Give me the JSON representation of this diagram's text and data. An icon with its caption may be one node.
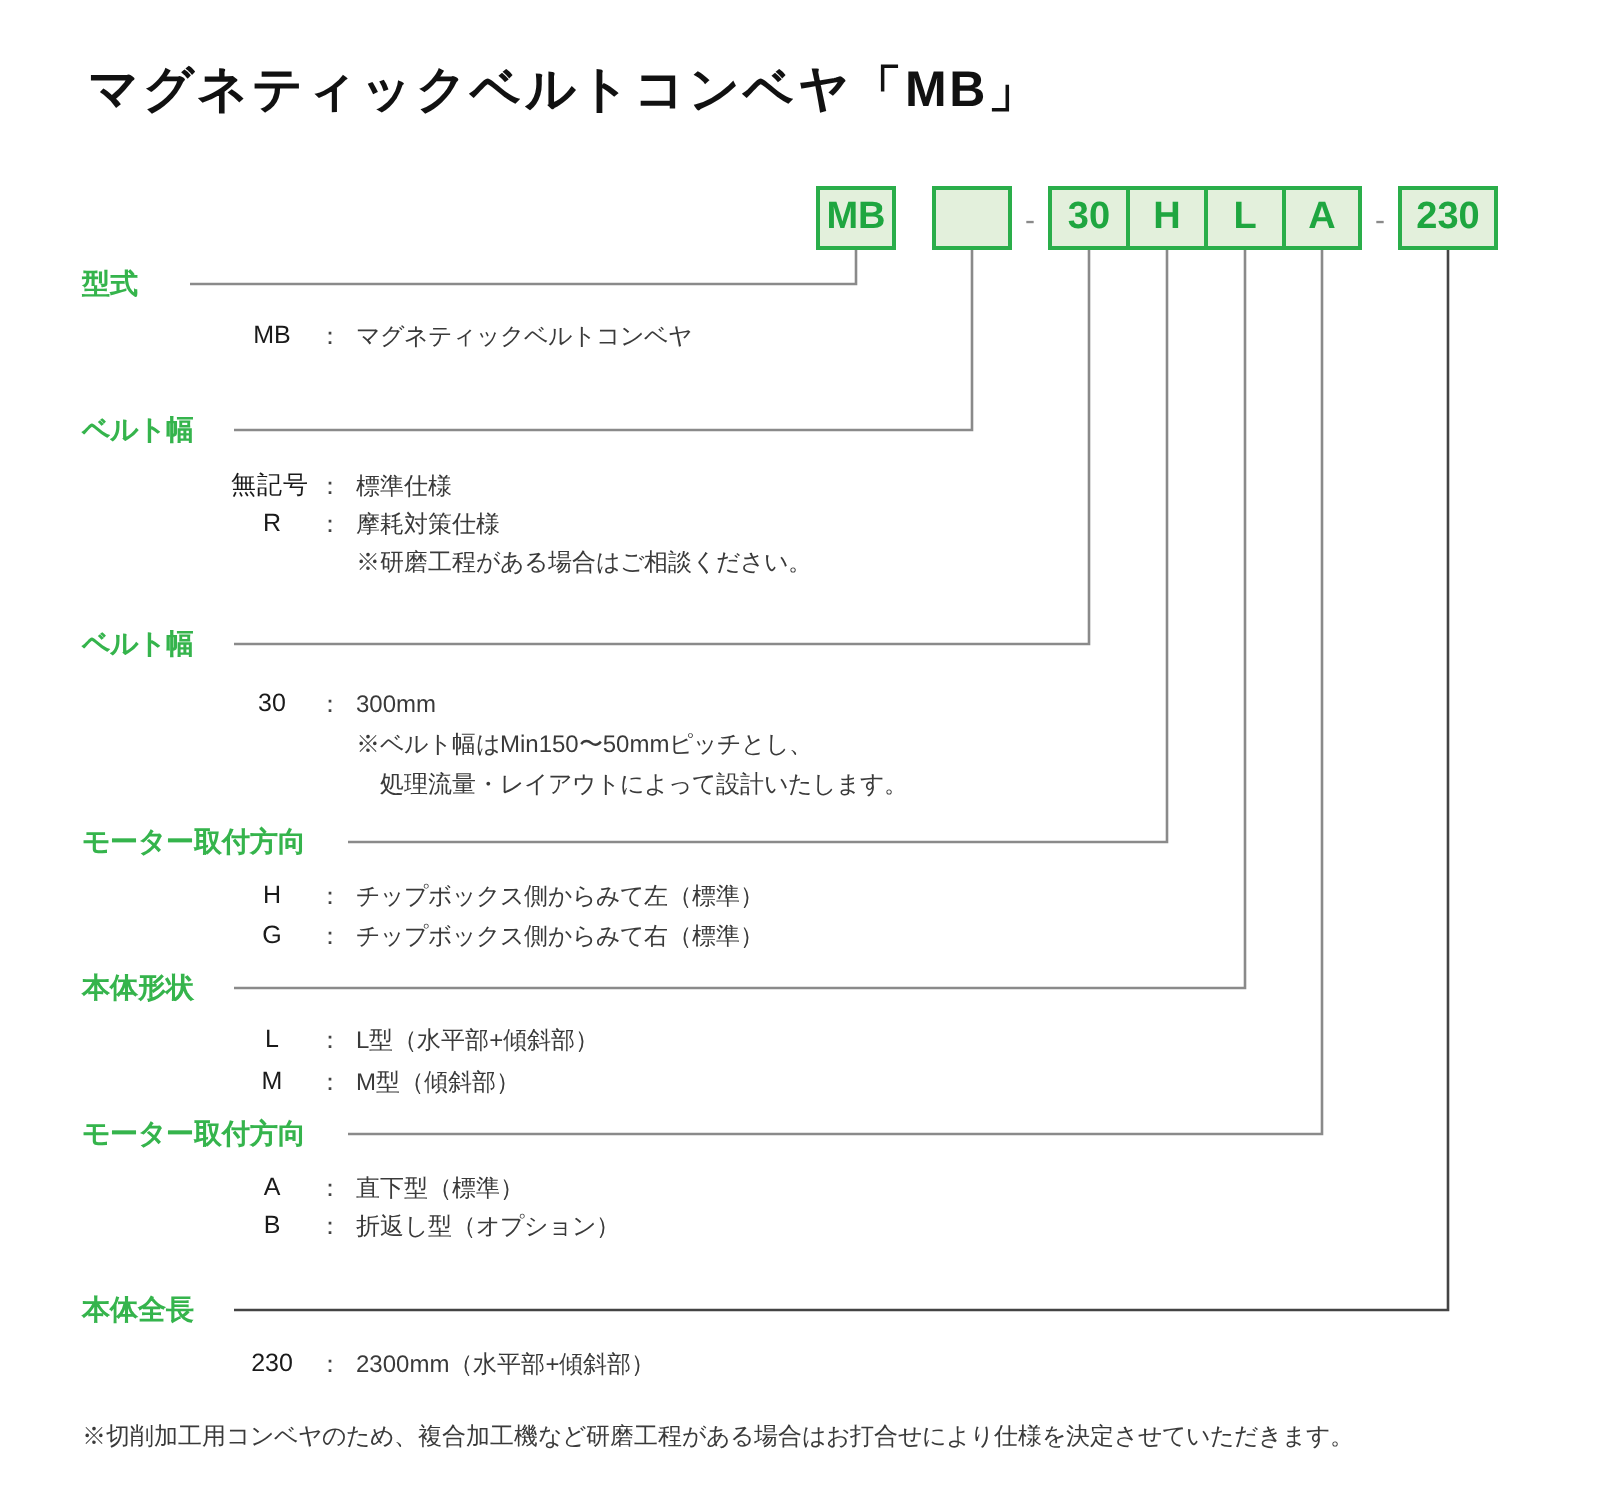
{
  "diagram": {
    "title": "マグネティックベルトコンベヤ「MB」",
    "nodes": [
      {
        "text": [
          "MB"
        ]
      },
      {
        "text": [],
        "shape": "box"
      },
      {
        "text": [
          "30"
        ]
      },
      {
        "text": [
          "H"
        ]
      },
      {
        "text": [
          "L"
        ]
      },
      {
        "text": [
          "A"
        ]
      },
      {
        "text": [
          "230"
        ]
      },
      {
        "text": [
          "型式"
        ]
      },
      {
        "text": [
          "ベルト幅"
        ]
      },
      {
        "text": [
          "ベルト幅"
        ]
      },
      {
        "text": [
          "モーター取付方向"
        ]
      },
      {
        "text": [
          "本体形状"
        ]
      },
      {
        "text": [
          "モーター取付方向"
        ]
      },
      {
        "text": [
          "本体全長"
        ]
      }
    ],
    "edges": [
      {
        "from": 0,
        "to": 7,
        "arrow": "none"
      },
      {
        "from": 1,
        "to": 8,
        "arrow": "none"
      },
      {
        "from": 2,
        "to": 9,
        "arrow": "none"
      },
      {
        "from": 3,
        "to": 10,
        "arrow": "none"
      },
      {
        "from": 4,
        "to": 11,
        "arrow": "none"
      },
      {
        "from": 5,
        "to": 12,
        "arrow": "none"
      },
      {
        "from": 6,
        "to": 13,
        "arrow": "none",
        "color": "#444444"
      }
    ],
    "labels": [
      "-",
      "-",
      "MB",
      "：",
      "マグネティックベルトコンベヤ",
      "無記号",
      "：",
      "標準仕様",
      "R",
      "：",
      "摩耗対策仕様",
      "※研磨工程がある場合はご相談ください。",
      "30",
      "：",
      "300mm",
      "※ベルト幅はMin150〜50mmピッチとし、",
      "処理流量・レイアウトによって設計いたします。",
      "H",
      "：",
      "チップボックス側からみて左（標準）",
      "G",
      "：",
      "チップボックス側からみて右（標準）",
      "L",
      "：",
      "L型（水平部+傾斜部）",
      "M",
      "：",
      "M型（傾斜部）",
      "A",
      "：",
      "直下型（標準）",
      "B",
      "：",
      "折返し型（オプション）",
      "230",
      "：",
      "2300mm（水平部+傾斜部）",
      "※切削加工用コンベヤのため、複合加工機など研磨工程がある場合はお打合せにより仕様を決定させていただきます。"
    ]
  }
}
